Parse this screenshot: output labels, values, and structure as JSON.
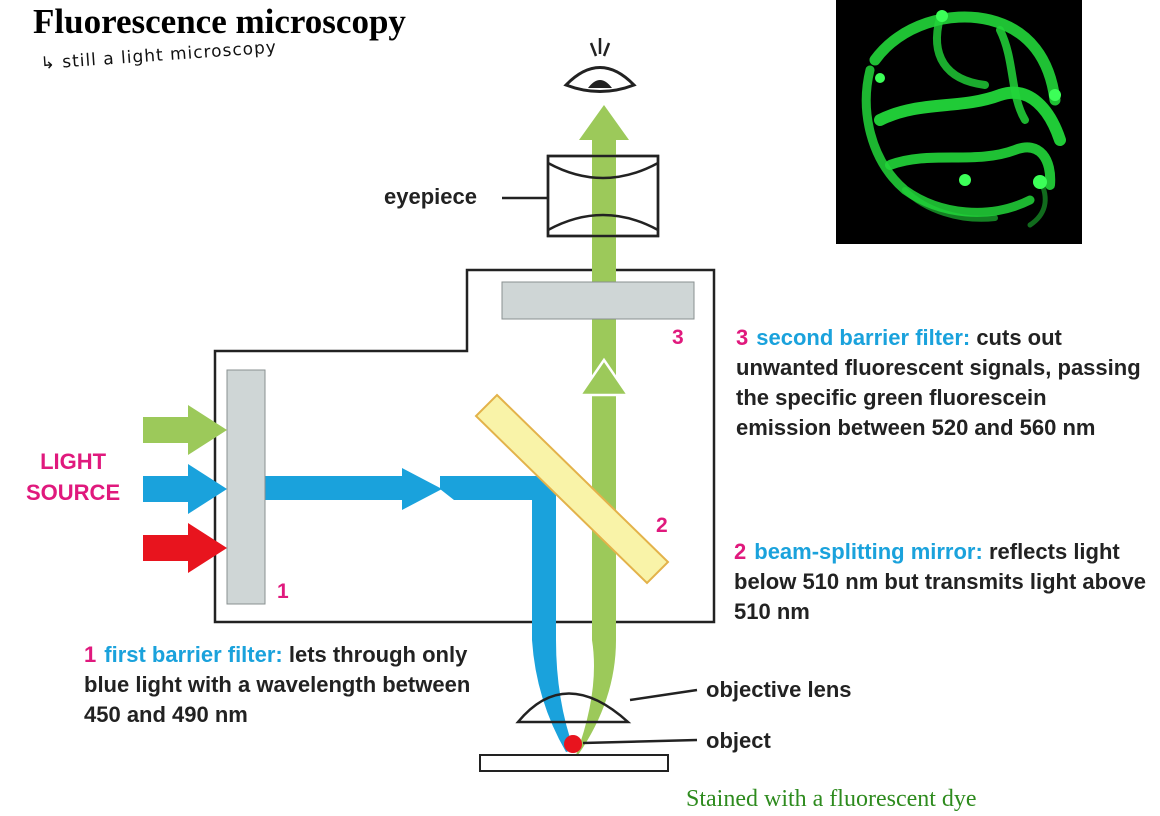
{
  "title": "Fluorescence microscopy",
  "handwritten_note": "↳ still a light microscopy",
  "caption": "Stained with a fluorescent dye",
  "labels": {
    "eyepiece": "eyepiece",
    "light_source_line1": "LIGHT",
    "light_source_line2": "SOURCE",
    "objective_lens": "objective lens",
    "object": "object"
  },
  "markers": {
    "m1": "1",
    "m2": "2",
    "m3": "3"
  },
  "descriptions": {
    "d3": {
      "num": "3",
      "term": "second barrier filter:",
      "text": " cuts out unwanted fluorescent signals, passing the specific green fluorescein emission between 520 and 560 nm"
    },
    "d2": {
      "num": "2",
      "term": "beam-splitting mirror:",
      "text": " reflects light below 510 nm but transmits light above 510 nm"
    },
    "d1": {
      "num": "1",
      "term": "first barrier filter:",
      "text": " lets through only blue light with a wavelength between 450 and 490 nm"
    }
  },
  "colors": {
    "blue_light": "#1aa2dc",
    "green_light": "#9cc95a",
    "red_light": "#e8141e",
    "filter_gray": "#cfd6d6",
    "mirror_yellow": "#f9f3a8",
    "label_pink": "#e0197d"
  }
}
